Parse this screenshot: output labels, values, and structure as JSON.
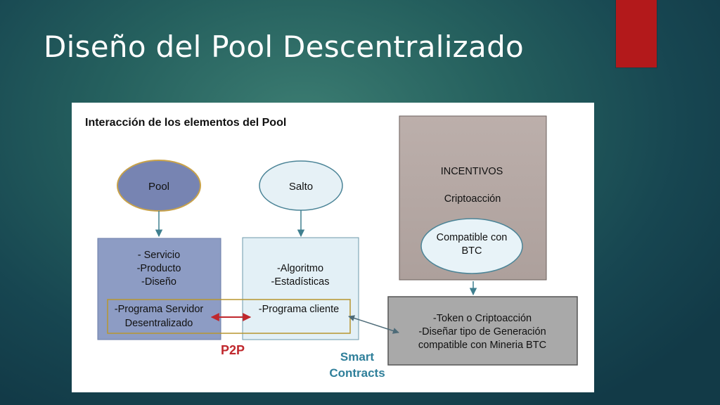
{
  "slide": {
    "title": "Diseño del Pool Descentralizado",
    "colors": {
      "accent": "#b3191b",
      "background": "#1e5258"
    }
  },
  "diagram": {
    "heading": "Interacción de los elementos del Pool",
    "pool_label": "Pool",
    "salto_label": "Salto",
    "left_box": {
      "lines": [
        "- Servicio",
        "-Producto",
        "-Diseño"
      ],
      "server_lines": [
        "-Programa Servidor",
        "Desentralizado"
      ]
    },
    "middle_box": {
      "lines": [
        "-Algoritmo",
        "-Estadísticas"
      ],
      "client_line": "-Programa cliente"
    },
    "incentives_box": {
      "title": "INCENTIVOS",
      "subtitle": "Criptoacción",
      "ellipse_lines": [
        "Compatible con",
        "BTC"
      ]
    },
    "token_box": {
      "lines": [
        "-Token o Criptoacción",
        "-Diseñar tipo de Generación",
        "compatible con Mineria BTC"
      ]
    },
    "p2p_label": "P2P",
    "smart_contracts_lines": [
      "Smart",
      "Contracts"
    ],
    "colors": {
      "pool_fill": "#7784b2",
      "left_box_fill": "#8d9cc4",
      "middle_box_fill": "#e3f0f6",
      "incentives_fill": "#b7aaa6",
      "token_fill": "#a9a9a9",
      "p2p_color": "#c0282d",
      "smart_contracts_color": "#2f7f9a",
      "frame_color": "#b8962e"
    }
  }
}
